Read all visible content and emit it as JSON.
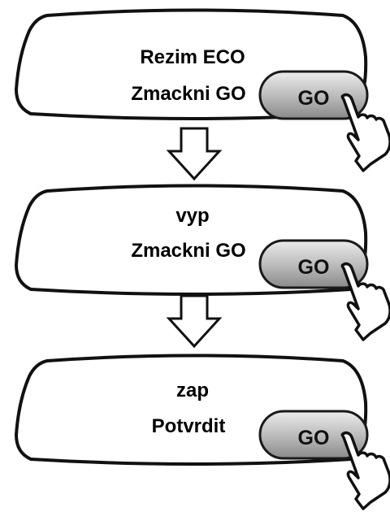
{
  "steps": [
    {
      "line1": "Rezim ECO",
      "line2": "Zmackni GO",
      "button_label": "GO"
    },
    {
      "line1": "vyp",
      "line2": "Zmackni GO",
      "button_label": "GO"
    },
    {
      "line1": "zap",
      "line2": "Potvrdit",
      "button_label": "GO"
    }
  ],
  "colors": {
    "outline": "#111111",
    "button_light": "#e6e6e6",
    "button_dark": "#8e8e8e"
  }
}
